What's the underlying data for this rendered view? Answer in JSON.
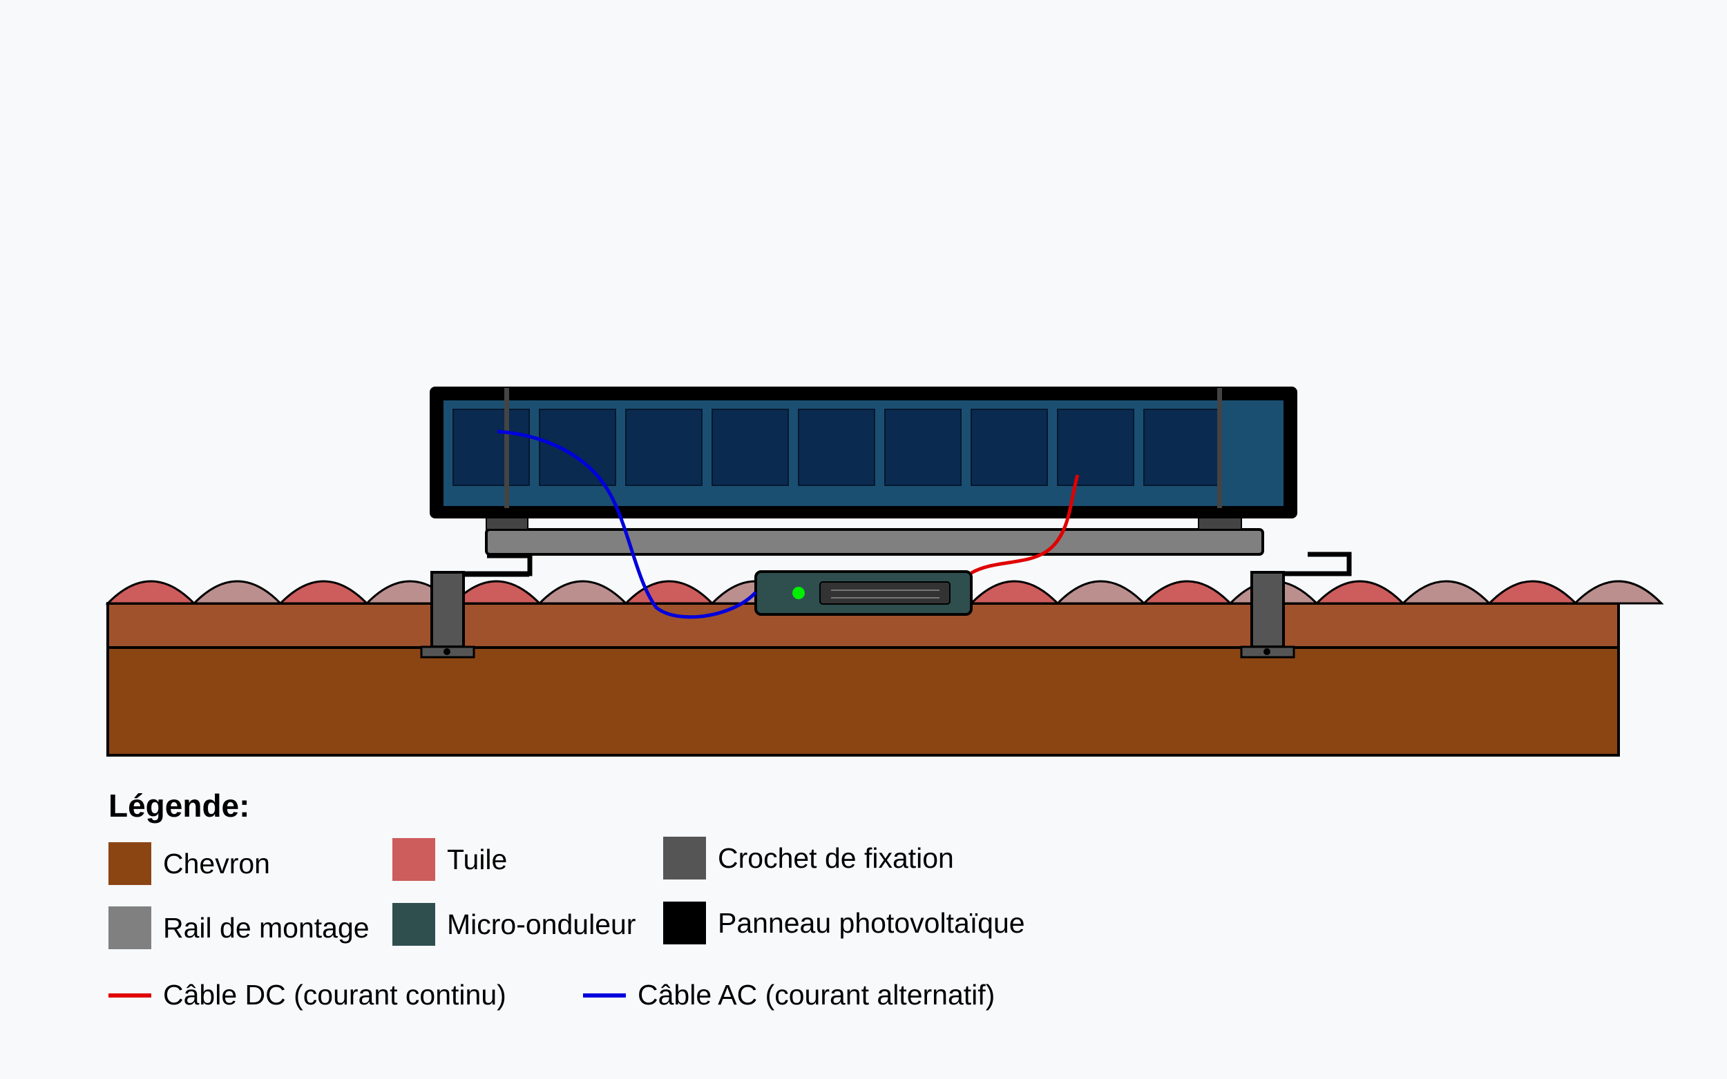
{
  "colors": {
    "background": "#f7f9fb",
    "rafter": "#8b4513",
    "rafter_top": "#a0522d",
    "tile_red": "#cd5c5c",
    "tile_rose": "#bc8f8f",
    "hook": "#555555",
    "rail": "#808080",
    "inverter": "#2f4f4f",
    "inverter_led": "#00ee00",
    "panel_frame": "#000000",
    "panel_glass": "#1a4f72",
    "panel_cell": "#0a2a50",
    "dc_cable": "#e00000",
    "ac_cable": "#0000dd"
  },
  "legend": {
    "title": "Légende:",
    "items": [
      {
        "label": "Chevron",
        "color": "#8b4513",
        "kind": "swatch"
      },
      {
        "label": "Tuile",
        "color": "#cd5c5c",
        "kind": "swatch"
      },
      {
        "label": "Crochet de fixation",
        "color": "#555555",
        "kind": "swatch"
      },
      {
        "label": "Rail de montage",
        "color": "#808080",
        "kind": "swatch"
      },
      {
        "label": "Micro-onduleur",
        "color": "#2f4f4f",
        "kind": "swatch"
      },
      {
        "label": "Panneau photovoltaïque",
        "color": "#000000",
        "kind": "swatch"
      },
      {
        "label": "Câble DC (courant continu)",
        "color": "#e00000",
        "kind": "line"
      },
      {
        "label": "Câble AC (courant alternatif)",
        "color": "#0000dd",
        "kind": "line"
      }
    ]
  },
  "diagram": {
    "panel_cell_count": 9
  }
}
